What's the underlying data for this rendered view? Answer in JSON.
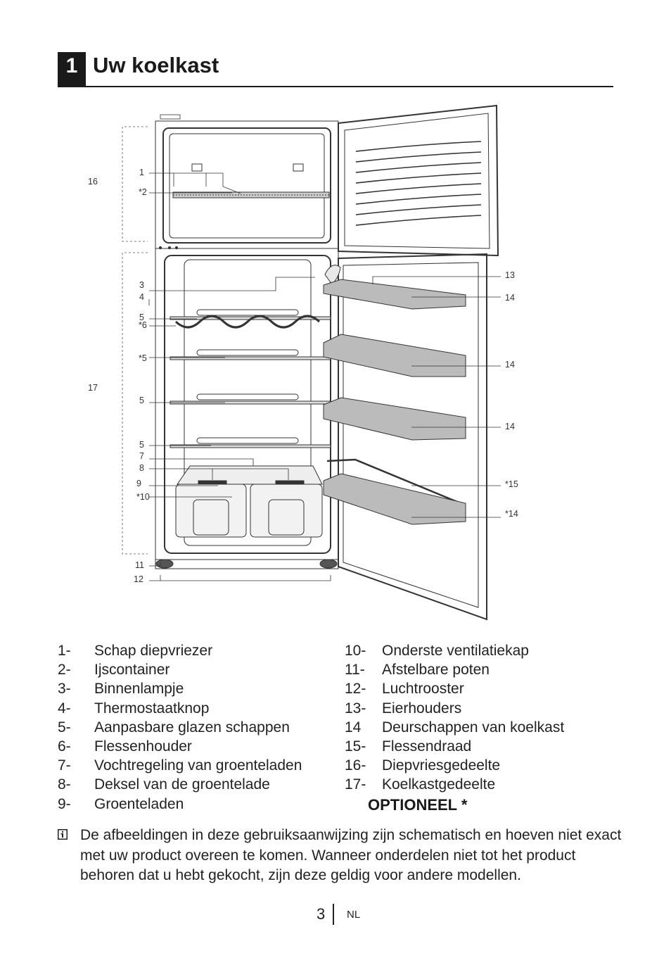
{
  "section": {
    "number": "1",
    "title": "Uw koelkast"
  },
  "callouts": {
    "c1": "1",
    "c2": "*2",
    "c3": "3",
    "c4": "4",
    "c5a": "5",
    "c6": "*6",
    "c5s": "*5",
    "c5b": "5",
    "c5c": "5",
    "c7": "7",
    "c8": "8",
    "c9": "9",
    "c10": "*10",
    "c11": "11",
    "c12": "12",
    "c13": "13",
    "c14a": "14",
    "c14b": "14",
    "c14c": "14",
    "c15": "*15",
    "c14d": "*14",
    "c16": "16",
    "c17": "17"
  },
  "legend_left": [
    {
      "num": "1-",
      "text": "Schap diepvriezer"
    },
    {
      "num": "2-",
      "text": "Ijscontainer"
    },
    {
      "num": "3-",
      "text": "Binnenlampje"
    },
    {
      "num": "4-",
      "text": "Thermostaatknop"
    },
    {
      "num": "5-",
      "text": "Aanpasbare glazen schappen"
    },
    {
      "num": "6-",
      "text": "Flessenhouder"
    },
    {
      "num": "7-",
      "text": "Vochtregeling van groenteladen"
    },
    {
      "num": "8-",
      "text": "Deksel van de groentelade"
    },
    {
      "num": "9-",
      "text": "Groenteladen"
    }
  ],
  "legend_right": [
    {
      "num": "10-",
      "text": "Onderste ventilatiekap"
    },
    {
      "num": "11-",
      "text": "Afstelbare poten"
    },
    {
      "num": "12-",
      "text": "Luchtrooster"
    },
    {
      "num": "13-",
      "text": "Eierhouders"
    },
    {
      "num": "14",
      "text": "Deurschappen van koelkast"
    },
    {
      "num": "15-",
      "text": "Flessendraad"
    },
    {
      "num": "16-",
      "text": "Diepvriesgedeelte"
    },
    {
      "num": "17-",
      "text": "Koelkastgedeelte"
    }
  ],
  "optional_label": "OPTIONEEL *",
  "note": {
    "icon": "info-icon",
    "lines": [
      "De afbeeldingen in deze gebruiksaanwijzing zijn schematisch en hoeven niet exact",
      "met uw product overeen te komen. Wanneer onderdelen niet tot het product",
      "behoren dat u hebt gekocht, zijn deze geldig voor andere modellen."
    ]
  },
  "footer": {
    "page": "3",
    "language": "NL"
  }
}
